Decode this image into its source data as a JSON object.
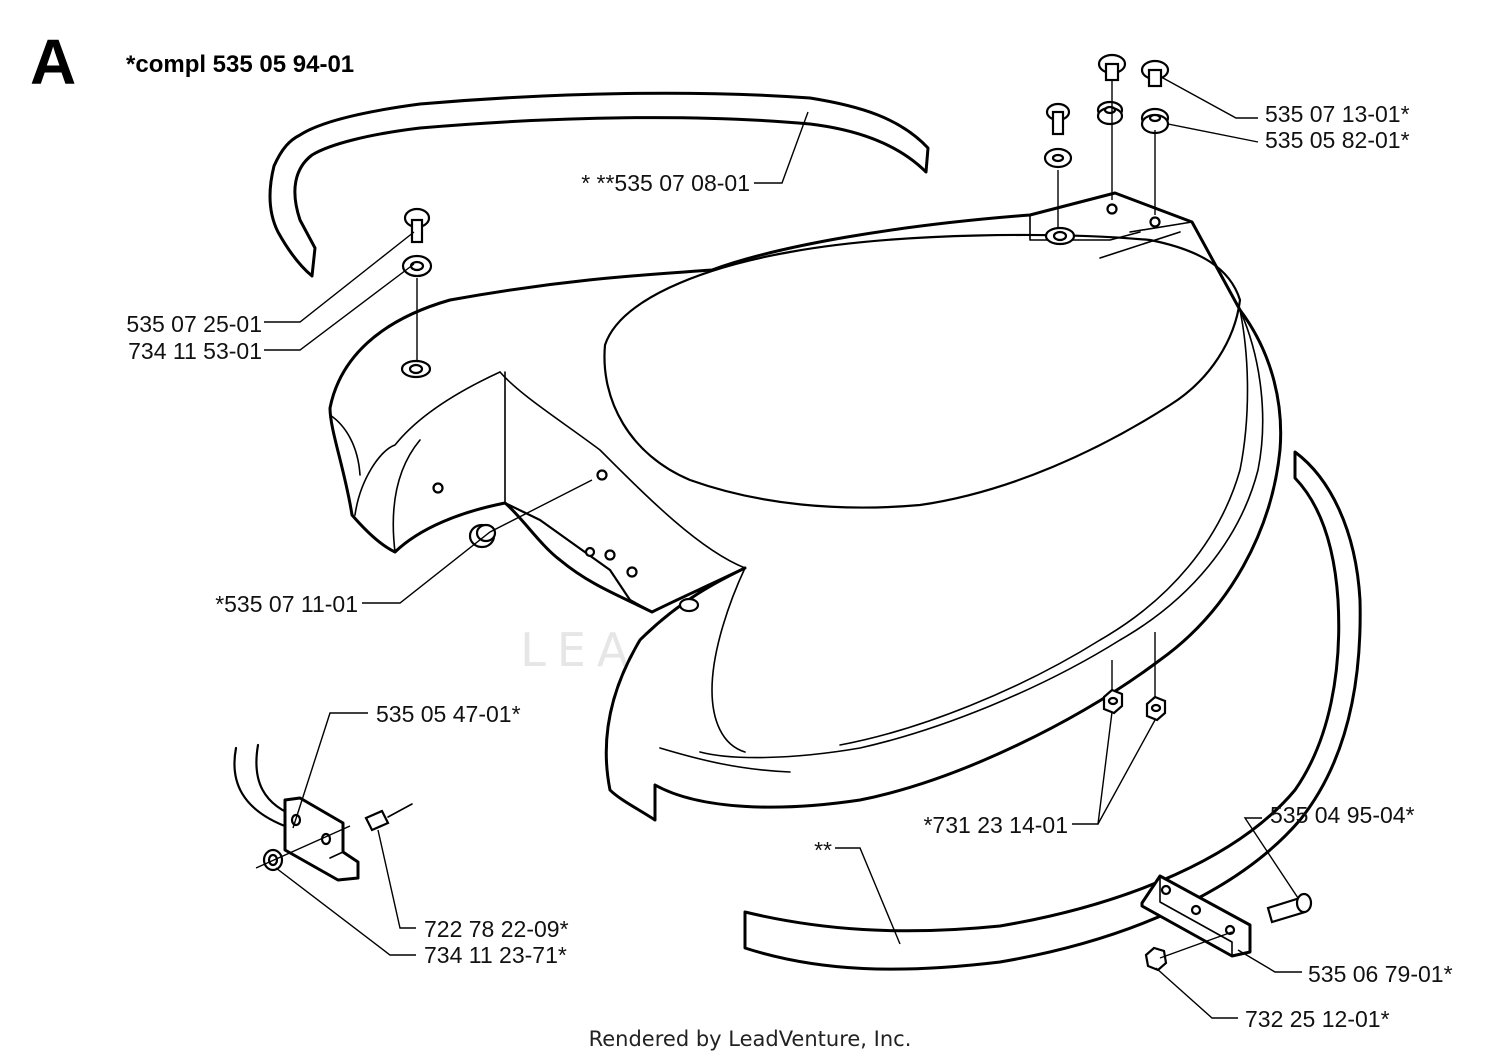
{
  "diagram": {
    "section_letter": "A",
    "kit_note": "*compl 535 05 94-01",
    "watermark": "LEADVENTURE",
    "footer": "Rendered by LeadVenture, Inc."
  },
  "callouts": [
    {
      "id": "c1",
      "text": "535 07 13-01*"
    },
    {
      "id": "c2",
      "text": "535 05 82-01*"
    },
    {
      "id": "c3",
      "text": "* **535 07 08-01"
    },
    {
      "id": "c4",
      "text": "535 07 25-01"
    },
    {
      "id": "c5",
      "text": "734 11 53-01"
    },
    {
      "id": "c6",
      "text": "*535 07 11-01"
    },
    {
      "id": "c7",
      "text": "535 05 47-01*"
    },
    {
      "id": "c8",
      "text": "*731 23 14-01"
    },
    {
      "id": "c9",
      "text": "535 04 95-04*"
    },
    {
      "id": "c10",
      "text": "**"
    },
    {
      "id": "c11",
      "text": "722 78 22-09*"
    },
    {
      "id": "c12",
      "text": "734 11 23-71*"
    },
    {
      "id": "c13",
      "text": "535 06 79-01*"
    },
    {
      "id": "c14",
      "text": "732 25 12-01*"
    }
  ]
}
